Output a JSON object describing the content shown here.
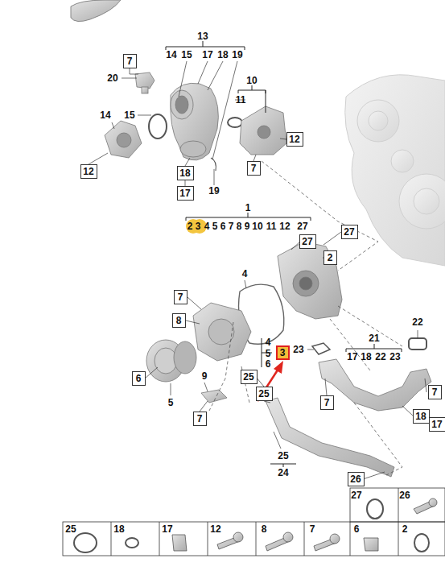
{
  "diagram": {
    "nodes": [
      {
        "text": [
          "7"
        ]
      },
      {
        "text": [
          "12"
        ]
      },
      {
        "text": [
          "7"
        ]
      },
      {
        "text": [
          "12"
        ]
      },
      {
        "text": [
          "18"
        ]
      },
      {
        "text": [
          "17"
        ]
      },
      {
        "text": [
          "27"
        ]
      },
      {
        "text": [
          "27"
        ]
      },
      {
        "text": [
          "2"
        ]
      },
      {
        "text": [
          "7"
        ]
      },
      {
        "text": [
          "8"
        ]
      },
      {
        "text": [
          "3"
        ]
      },
      {
        "text": [
          "6"
        ]
      },
      {
        "text": [
          "25"
        ]
      },
      {
        "text": [
          "7"
        ]
      },
      {
        "text": [
          "25"
        ]
      },
      {
        "text": [
          "7"
        ]
      },
      {
        "text": [
          "18"
        ]
      },
      {
        "text": [
          "7"
        ]
      },
      {
        "text": [
          "17"
        ]
      },
      {
        "text": [
          "26"
        ]
      }
    ],
    "labels": [
      "13",
      "14",
      "15",
      "17",
      "18",
      "19",
      "20",
      "10",
      "11",
      "14",
      "15",
      "19",
      "1",
      "2",
      "3",
      "4",
      "5",
      "6",
      "7",
      "8",
      "9",
      "10",
      "11",
      "12",
      "27",
      "4",
      "22",
      "21",
      "4",
      "23",
      "5",
      "17",
      "18",
      "22",
      "23",
      "6",
      "9",
      "5",
      "25",
      "24",
      "27",
      "26",
      "25",
      "18",
      "17",
      "12",
      "8",
      "7",
      "6",
      "2"
    ]
  }
}
